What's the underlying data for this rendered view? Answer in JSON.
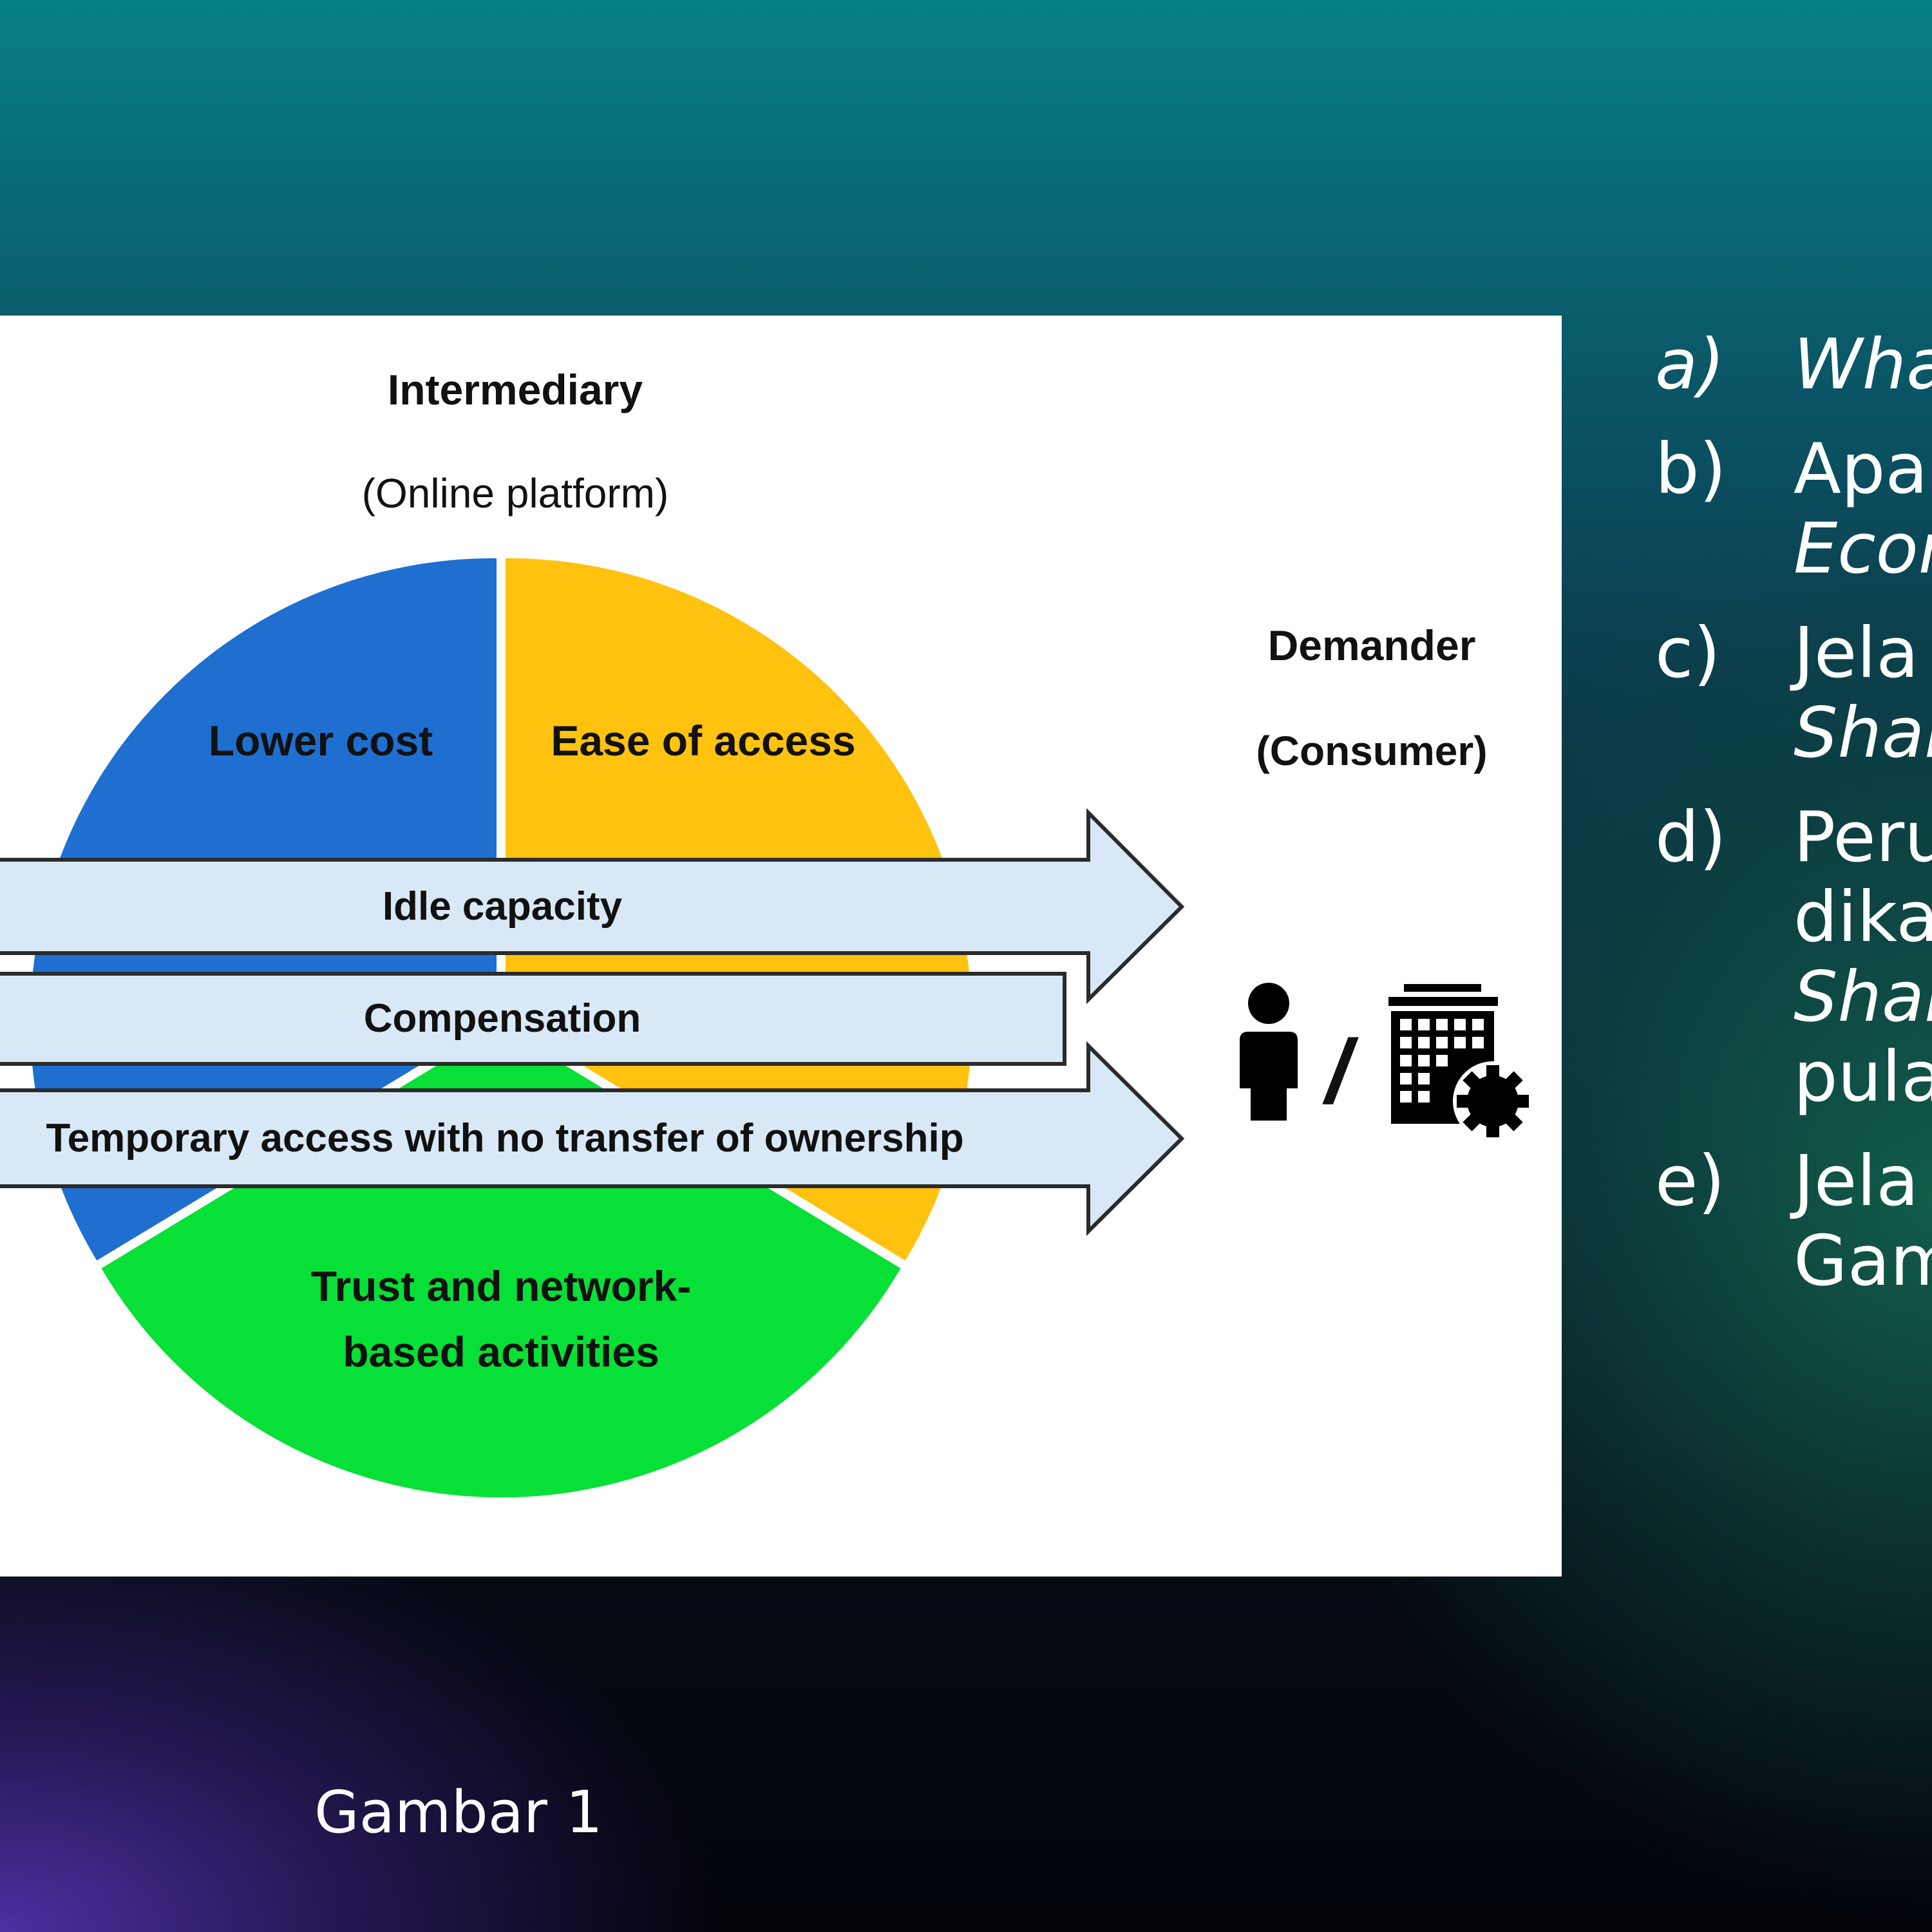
{
  "diagram": {
    "top_title": "Intermediary",
    "top_subtitle": "(Online platform)",
    "right_title": "Demander",
    "right_subtitle": "(Consumer)",
    "icon_separator": "/",
    "segments": {
      "lower_cost": {
        "label": "Lower cost",
        "color": "#1f6fd1"
      },
      "ease_of_access": {
        "label": "Ease of access",
        "color": "#ffc20e"
      },
      "trust": {
        "line1": "Trust and network-",
        "line2": "based activities",
        "color": "#07e036"
      }
    },
    "arrows": {
      "idle_capacity": "Idle capacity",
      "compensation": "Compensation",
      "temporary_access": "Temporary access with no transfer of ownership",
      "fill_color": "#d8e8f6"
    },
    "icons": {
      "person": "person-icon",
      "building": "building-gear-icon"
    }
  },
  "questions": [
    {
      "marker": "a)",
      "lines": [
        "Wha"
      ],
      "italic": [
        true
      ]
    },
    {
      "marker": "b)",
      "lines": [
        "Apa",
        "Econ"
      ],
      "italic": [
        false,
        true
      ]
    },
    {
      "marker": "c)",
      "lines": [
        "Jela",
        "Shar"
      ],
      "italic": [
        false,
        true
      ]
    },
    {
      "marker": "d)",
      "lines": [
        "Peru",
        "dika",
        "Shar",
        "pula"
      ],
      "italic": [
        false,
        false,
        true,
        false
      ]
    },
    {
      "marker": "e)",
      "lines": [
        "Jela",
        "Gam"
      ],
      "italic": [
        false,
        false
      ]
    }
  ],
  "caption": "Gambar 1"
}
